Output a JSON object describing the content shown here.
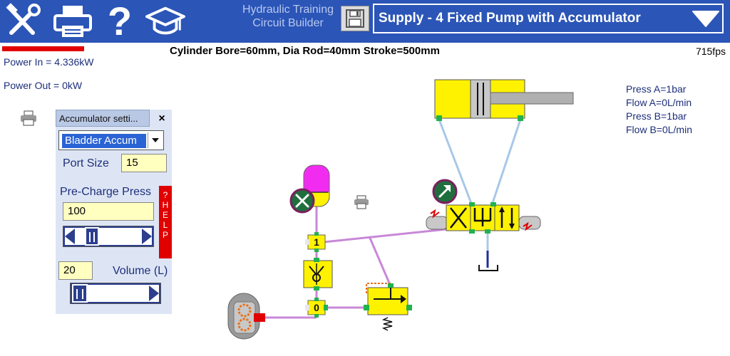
{
  "toolbar": {
    "settings_icon": "tools-icon",
    "print_icon": "printer-icon",
    "help_label": "?",
    "training_icon": "graduation-cap-icon",
    "app_title_line1": "Hydraulic Training",
    "app_title_line2": "Circuit Builder",
    "save_icon": "floppy-disk-icon",
    "circuit_selected": "Supply - 4 Fixed Pump with Accumulator"
  },
  "status": {
    "power_in": "Power In  = 4.336kW",
    "power_out": "Power Out = 0kW",
    "cylinder_info": "Cylinder Bore=60mm, Dia Rod=40mm Stroke=500mm",
    "fps": "715fps"
  },
  "readout": {
    "press_a": "Press A=1bar",
    "flow_a": "Flow A=0L/min",
    "press_b": "Press B=1bar",
    "flow_b": "Flow B=0L/min"
  },
  "accumulator_panel": {
    "title": "Accumulator setti...",
    "close_label": "×",
    "type_selected": "Bladder Accum",
    "port_size_label": "Port Size",
    "port_size_value": "15",
    "precharge_label": "Pre-Charge Press",
    "precharge_value": "100",
    "help_label": "?HELP",
    "volume_value": "20",
    "volume_label": "Volume (L)"
  },
  "circuit": {
    "junction_top_label": "1",
    "junction_bottom_label": "0"
  },
  "colors": {
    "toolbar_bg": "#2b55b7",
    "component_yellow": "#fff200",
    "pipe_pink": "#c888d8",
    "pipe_blue": "#a8c8e8",
    "accent_red": "#e00000"
  }
}
